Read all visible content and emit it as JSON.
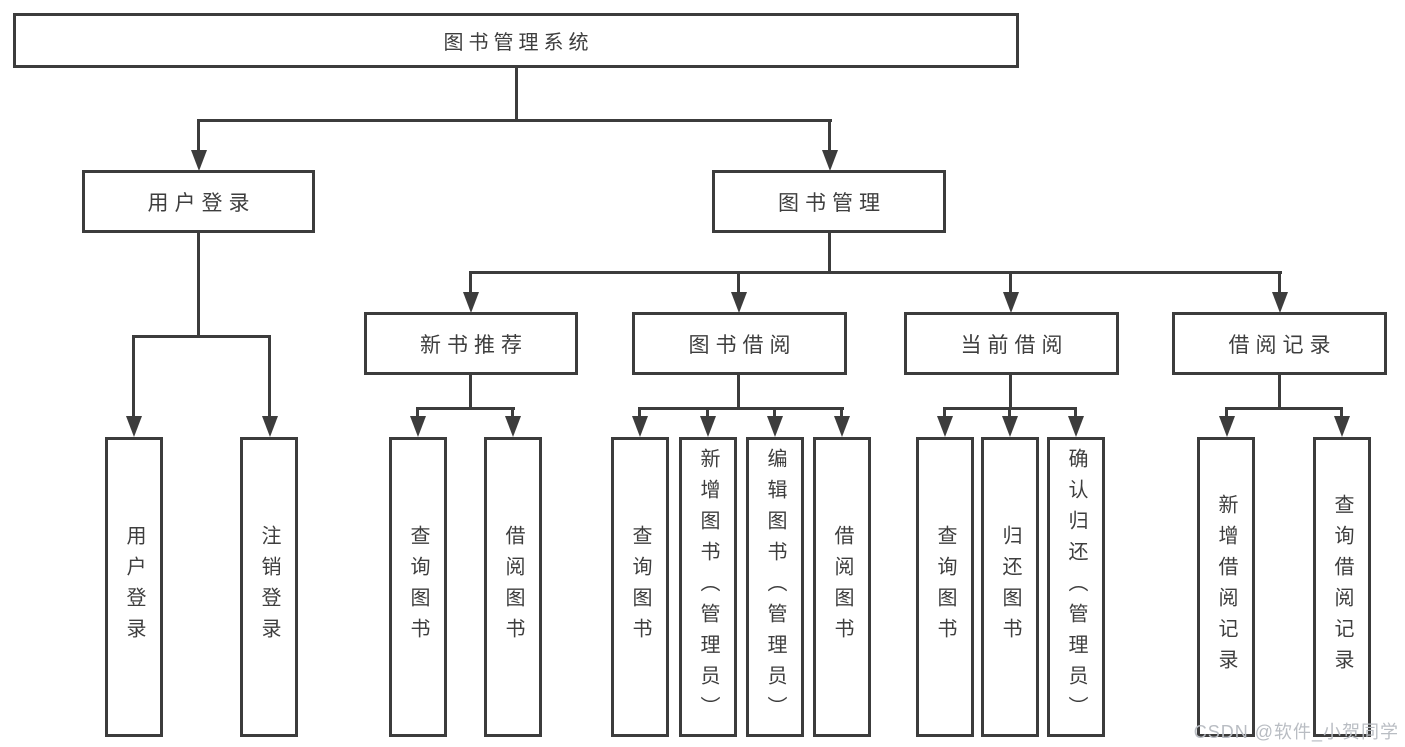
{
  "tree": {
    "label": "图书管理系统",
    "children": [
      {
        "label": "用户登录",
        "children": [
          {
            "label": "用户登录"
          },
          {
            "label": "注销登录"
          }
        ]
      },
      {
        "label": "图书管理",
        "children": [
          {
            "label": "新书推荐",
            "children": [
              {
                "label": "查询图书"
              },
              {
                "label": "借阅图书"
              }
            ]
          },
          {
            "label": "图书借阅",
            "children": [
              {
                "label": "查询图书"
              },
              {
                "label": "新增图书（管理员）"
              },
              {
                "label": "编辑图书（管理员）"
              },
              {
                "label": "借阅图书"
              }
            ]
          },
          {
            "label": "当前借阅",
            "children": [
              {
                "label": "查询图书"
              },
              {
                "label": "归还图书"
              },
              {
                "label": "确认归还（管理员）"
              }
            ]
          },
          {
            "label": "借阅记录",
            "children": [
              {
                "label": "新增借阅记录"
              },
              {
                "label": "查询借阅记录"
              }
            ]
          }
        ]
      }
    ]
  },
  "watermark": {
    "text": "CSDN @软件_小贺同学"
  },
  "colors": {
    "line": "#3c3c3c",
    "text": "#3e3e3e",
    "box_background": "#ffffff",
    "watermark": "#b9bdc3",
    "page_background": "#ffffff"
  }
}
